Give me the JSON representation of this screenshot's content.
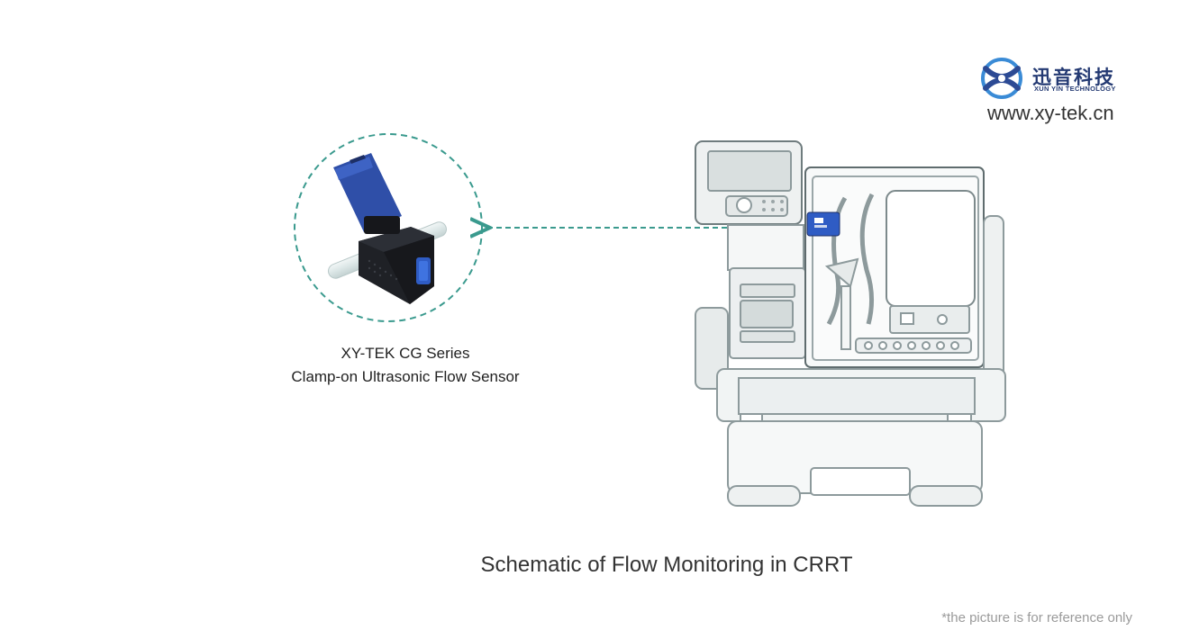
{
  "brand": {
    "name_cn": "迅音科技",
    "name_en": "XUN YIN TECHNOLOGY",
    "website": "www.xy-tek.cn",
    "colors": {
      "primary": "#2c4a94",
      "accent": "#3a8bd6"
    }
  },
  "sensor": {
    "series": "XY-TEK CG Series",
    "description": "Clamp-on Ultrasonic Flow Sensor",
    "colors": {
      "clamp": "#2f4fa8",
      "body": "#1e1f24",
      "callout": "#3a9a8e"
    }
  },
  "caption": "Schematic of Flow Monitoring in CRRT",
  "note": "*the picture is for reference only",
  "icons": [
    "xy-tek-logo-icon",
    "flow-sensor-icon",
    "crrt-machine-icon",
    "callout-arrow-icon"
  ]
}
